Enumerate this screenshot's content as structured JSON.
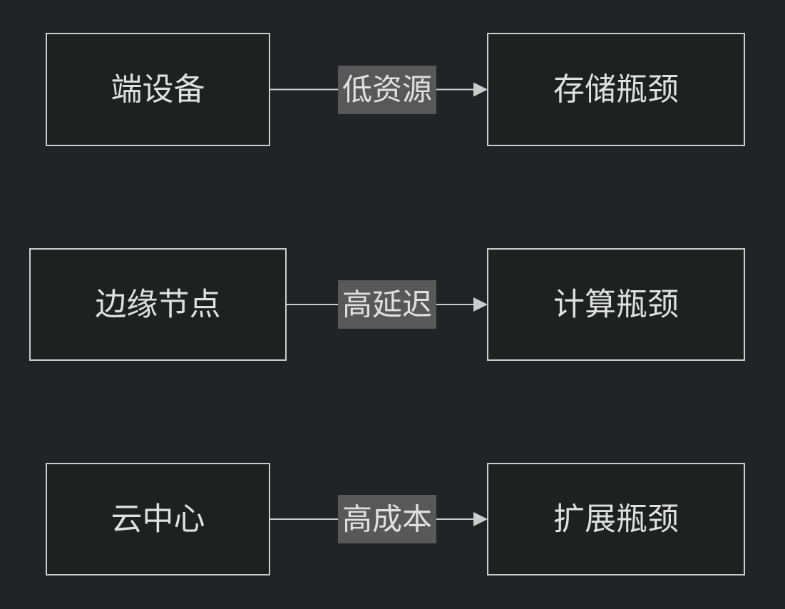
{
  "diagram": {
    "rows": [
      {
        "source": "端设备",
        "label": "低资源",
        "target": "存储瓶颈"
      },
      {
        "source": "边缘节点",
        "label": "高延迟",
        "target": "计算瓶颈"
      },
      {
        "source": "云中心",
        "label": "高成本",
        "target": "扩展瓶颈"
      }
    ]
  }
}
